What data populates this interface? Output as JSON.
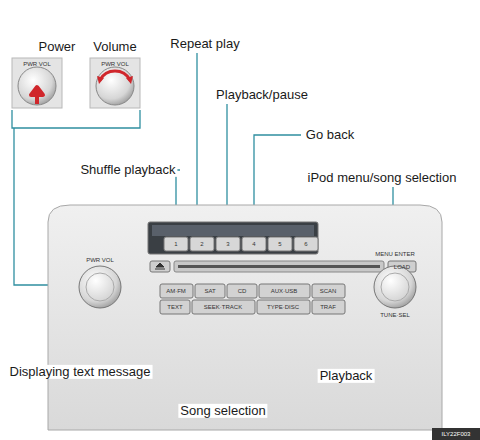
{
  "diagram": {
    "labels": [
      "Power",
      "Volume",
      "Repeat play",
      "Playback/pause",
      "Go back",
      "Shuffle playback",
      "iPod menu/song selection",
      "Displaying text message",
      "Song selection",
      "Playback",
      "PWR VOL",
      "PWR VOL",
      "PWR VOL",
      "1",
      "2",
      "3",
      "4",
      "5",
      "6",
      "AM·FM",
      "SAT",
      "CD",
      "AUX·USB",
      "SCAN",
      "TEXT",
      "SEEK·TRACK",
      "TYPE·DISC",
      "TRAF",
      "LOAD",
      "MENU ENTER",
      "TUNE·SEL",
      "ILY22F003"
    ]
  }
}
